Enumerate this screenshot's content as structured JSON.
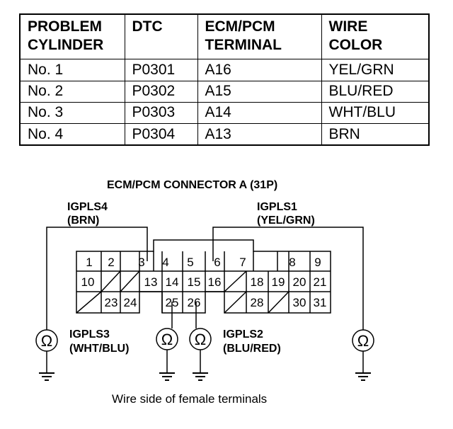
{
  "table": {
    "headers": [
      [
        "PROBLEM",
        "CYLINDER"
      ],
      [
        "DTC",
        ""
      ],
      [
        "ECM/PCM",
        "TERMINAL"
      ],
      [
        "WIRE",
        "COLOR"
      ]
    ],
    "rows": [
      [
        "No. 1",
        "P0301",
        "A16",
        "YEL/GRN"
      ],
      [
        "No. 2",
        "P0302",
        "A15",
        "BLU/RED"
      ],
      [
        "No. 3",
        "P0303",
        "A14",
        "WHT/BLU"
      ],
      [
        "No. 4",
        "P0304",
        "A13",
        "BRN"
      ]
    ]
  },
  "connector": {
    "title": "ECM/PCM CONNECTOR A (31P)",
    "top_row": [
      "1",
      "2",
      "3",
      "4",
      "5",
      "6",
      "7",
      "8",
      "9"
    ],
    "middle_row": [
      "10",
      "13",
      "14",
      "15",
      "16",
      "18",
      "19",
      "20",
      "21"
    ],
    "bottom_row": [
      "23",
      "24",
      "25",
      "26",
      "28",
      "30",
      "31"
    ]
  },
  "labels": {
    "igpls4": [
      "IGPLS4",
      "(BRN)"
    ],
    "igpls1": [
      "IGPLS1",
      "(YEL/GRN)"
    ],
    "igpls3": [
      "IGPLS3",
      "(WHT/BLU)"
    ],
    "igpls2": [
      "IGPLS2",
      "(BLU/RED)"
    ]
  },
  "ohm_symbol": "Ω",
  "caption": "Wire side of female terminals"
}
